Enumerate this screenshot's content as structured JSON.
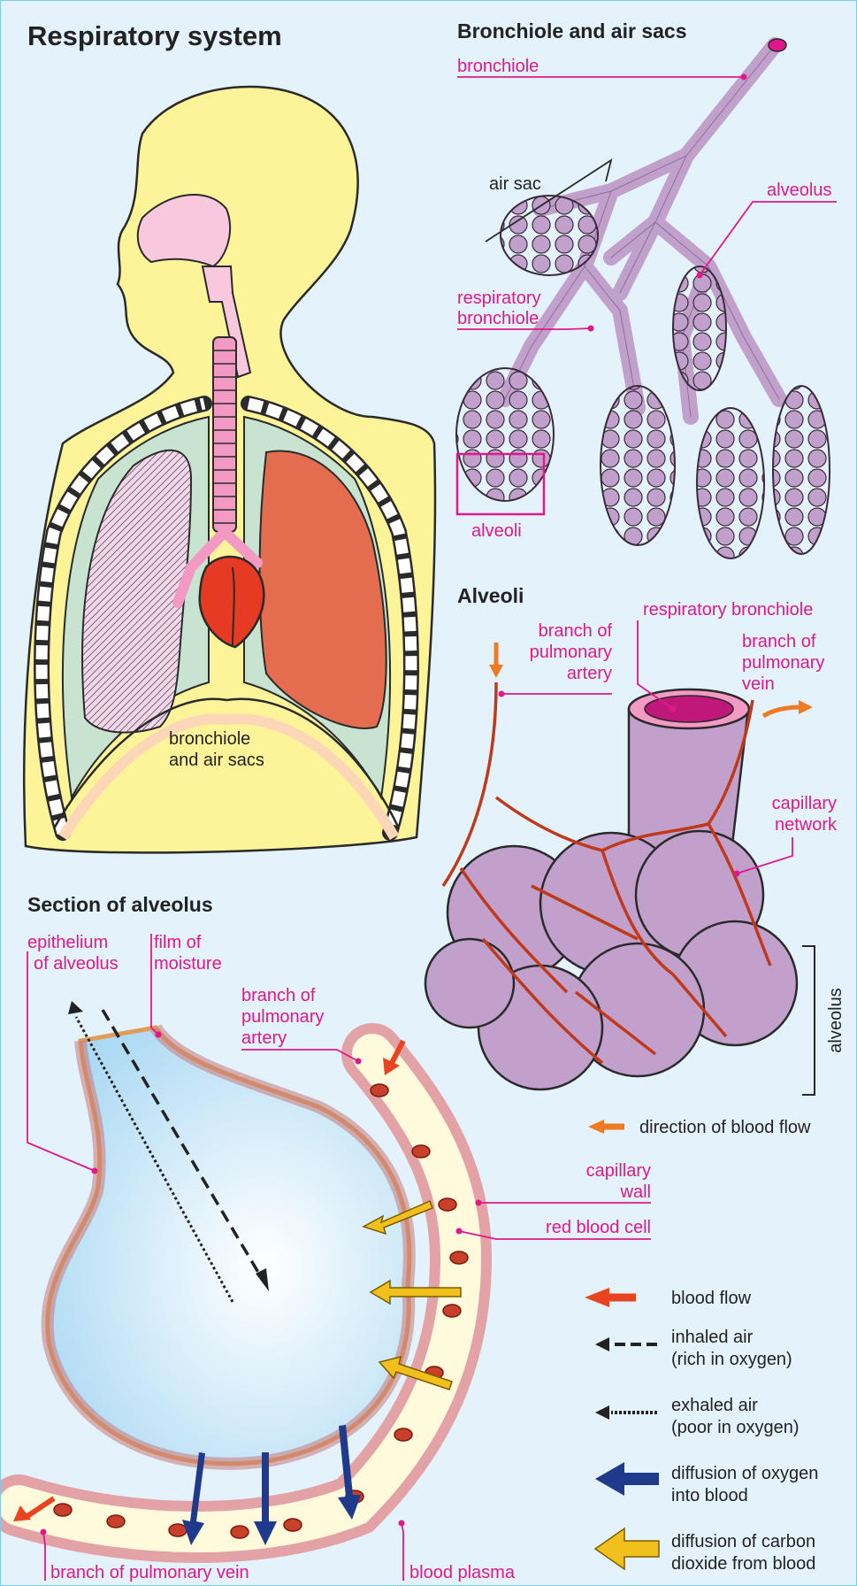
{
  "title": "Respiratory system",
  "sections": {
    "bronchiole": "Bronchiole and air sacs",
    "alveoli": "Alveoli",
    "section_alveolus": "Section of alveolus"
  },
  "body_labels": {
    "bronchiole_air_sacs": [
      "bronchiole",
      "and air sacs"
    ]
  },
  "bronchiole_labels": {
    "bronchiole": "bronchiole",
    "air_sac": "air sac",
    "alveolus": "alveolus",
    "respiratory_bronchiole": [
      "respiratory",
      "bronchiole"
    ],
    "alveoli": "alveoli"
  },
  "alveoli_labels": {
    "artery": [
      "branch of",
      "pulmonary",
      "artery"
    ],
    "resp_bronchiole": "respiratory bronchiole",
    "vein": [
      "branch of",
      "pulmonary",
      "vein"
    ],
    "capillary": [
      "capillary",
      "network"
    ],
    "alveolus": "alveolus",
    "flow": "direction of blood flow"
  },
  "section_labels": {
    "epithelium": [
      "epithelium",
      "of alveolus"
    ],
    "film": [
      "film of",
      "moisture"
    ],
    "artery": [
      "branch of",
      "pulmonary",
      "artery"
    ],
    "capillary_wall": [
      "capillary",
      "wall"
    ],
    "rbc": "red blood cell",
    "vein": "branch of pulmonary vein",
    "plasma": "blood plasma"
  },
  "legend": [
    {
      "lines": [
        "blood flow"
      ],
      "color": "#e8441f"
    },
    {
      "lines": [
        "inhaled air",
        "(rich in oxygen)"
      ],
      "color": "#222222"
    },
    {
      "lines": [
        "exhaled air",
        "(poor in oxygen)"
      ],
      "color": "#222222"
    },
    {
      "lines": [
        "diffusion of oxygen",
        "into blood"
      ],
      "color": "#1f3a8a"
    },
    {
      "lines": [
        "diffusion of carbon",
        "dioxide from blood"
      ],
      "color": "#f2c01c"
    }
  ],
  "colors": {
    "skin": "#fdf49a",
    "mouth": "#f7c8de",
    "lung_tissue": "#f2d6ea",
    "lung_right": "#e56d4f",
    "pleura": "#c8e4d0",
    "heart": "#e63a22",
    "alveolus": "#c2a0cc",
    "capillary": "#c0391b",
    "air": "#bfe3f6",
    "plasma": "#fffadc",
    "rbc": "#c8402a",
    "wall": "#e3a2a6",
    "label": "#e0188c",
    "orange_arrow": "#ee7a23"
  }
}
